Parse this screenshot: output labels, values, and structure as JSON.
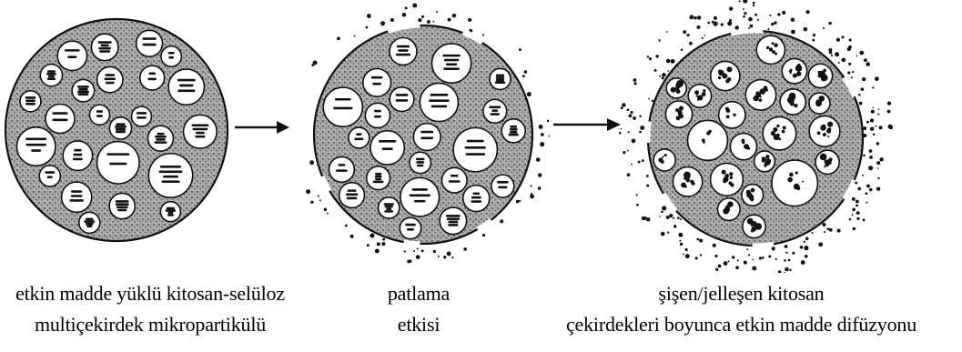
{
  "stages": [
    {
      "id": "loaded",
      "caption_line1": "etkin madde yüklü kitosan-selüloz",
      "caption_line2": "multiçekirdek mikropartikülü"
    },
    {
      "id": "burst",
      "caption_line1": "patlama",
      "caption_line2": "etkisi"
    },
    {
      "id": "diffusion",
      "caption_line1": "şişen/jelleşen kitosan",
      "caption_line2": "çekirdekleri boyunca etkin madde difüzyonu"
    }
  ],
  "colors": {
    "ink": "#111111",
    "matrix": "#9a9a9a",
    "background": "#ffffff"
  }
}
